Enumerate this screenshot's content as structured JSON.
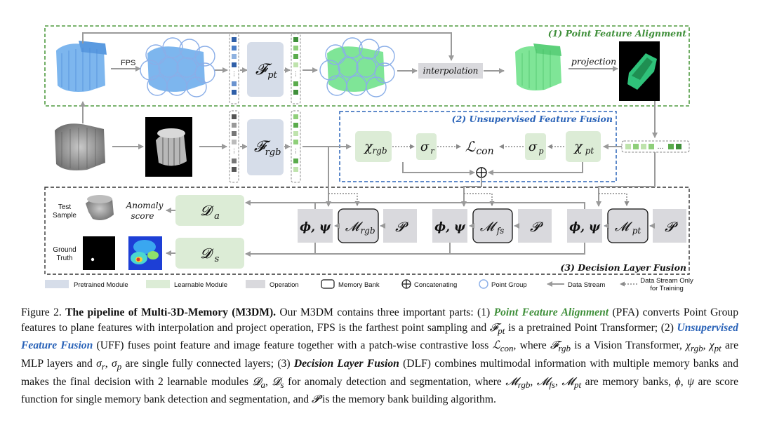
{
  "colors": {
    "pretrained": "#d6dde9",
    "learnable": "#dcecd6",
    "operation": "#d9d9dd",
    "pfa_border": "#4e9a3f",
    "uff_border": "#2a63b8",
    "dlf_border": "#333333",
    "blue_points": "#6aa9ea",
    "green_points": "#6fe08a"
  },
  "icons": {
    "blue_cloud": "blue-point-cloud-icon",
    "green_cloud": "green-point-cloud-icon",
    "projection_image": "projection-image-icon",
    "gray_cloud": "gray-point-cloud-icon",
    "rgb_image": "rgb-image-icon",
    "anomaly_map": "anomaly-heatmap-icon",
    "ground_truth": "ground-truth-mask-icon",
    "test_sample": "test-sample-icon",
    "concat": "concat-circle-plus-icon"
  },
  "figure": {
    "pfa_title": "(1) Point Feature Alignment",
    "uff_title": "(2) Unsupervised Feature Fusion",
    "dlf_title": "(3) Decision Layer Fusion",
    "fps": "FPS",
    "interpolation": "interpolation",
    "projection": "projection",
    "f_pt": "𝓕",
    "f_pt_sub": "pt",
    "f_rgb": "𝓕",
    "f_rgb_sub": "rgb",
    "chi_rgb": "χ",
    "chi_rgb_sub": "rgb",
    "chi_pt": "χ",
    "chi_pt_sub": "pt",
    "sigma_r": "σ",
    "sigma_r_sub": "r",
    "sigma_p": "σ",
    "sigma_p_sub": "p",
    "l_con": "ℒ",
    "l_con_sub": "con",
    "phi_psi": "ϕ, ψ",
    "m_rgb": "𝓜",
    "m_rgb_sub": "rgb",
    "m_fs": "𝓜",
    "m_fs_sub": "fs",
    "m_pt": "𝓜",
    "m_pt_sub": "pt",
    "p": "𝓟",
    "d_a": "𝓓",
    "d_a_sub": "a",
    "d_s": "𝓓",
    "d_s_sub": "s",
    "test_sample_1": "Test",
    "test_sample_2": "Sample",
    "anomaly_1": "Anomaly",
    "anomaly_2": "score",
    "ground_1": "Ground",
    "ground_2": "Truth"
  },
  "legend": {
    "pretrained": "Pretrained Module",
    "learnable": "Learnable Module",
    "operation": "Operation",
    "memory_bank": "Memory Bank",
    "concatenating": "Concatenating",
    "point_group": "Point Group",
    "data_stream": "Data Stream",
    "training_only_1": "Data Stream Only",
    "training_only_2": "for Training"
  },
  "caption": {
    "fig_label": "Figure 2.",
    "title": "The pipeline of Multi-3D-Memory (M3DM).",
    "t1": " Our M3DM contains three important parts: (1) ",
    "pfa": "Point Feature Alignment",
    "t2": " (PFA) converts Point Group features to plane features with interpolation and project operation, FPS is the farthest point sampling and ",
    "fpt": "𝓕",
    "fpt_sub": "pt",
    "t3": " is a pretrained Point Transformer; (2) ",
    "uff": "Unsupervised Feature Fusion",
    "t4": " (UFF) fuses point feature and image feature together with a patch-wise contrastive loss ",
    "lcon": "ℒ",
    "lcon_sub": "con",
    "t5": ", where ",
    "frgb": "𝓕",
    "frgb_sub": "rgb",
    "t6": " is a Vision Transformer, ",
    "chi": "χ",
    "chi_rgb_sub": "rgb",
    "t7": ", ",
    "chi_pt_sub": "pt",
    "t8": " are MLP layers and ",
    "sig": "σ",
    "sig_r_sub": "r",
    "t9": ", ",
    "sig_p_sub": "p",
    "t10": " are single fully connected layers; (3) ",
    "dlf": "Decision Layer Fusion",
    "t11": " (DLF) combines multimodal information with multiple memory banks and makes the final decision with 2 learnable modules ",
    "d": "𝓓",
    "d_a_sub": "a",
    "t12": ", ",
    "d_s_sub": "s",
    "t13": " for anomaly detection and segmentation, where ",
    "mm": "𝓜",
    "m_rgb_sub": "rgb",
    "t14": ", ",
    "m_fs_sub": "fs",
    "t15": ", ",
    "m_pt_sub": "pt",
    "t16": " are memory banks, ",
    "phi": "ϕ",
    "t17": ", ",
    "psi": "ψ",
    "t18": " are score function for single memory bank detection and segmentation, and ",
    "pp": "𝓟",
    "t19": " is the memory bank building algorithm."
  }
}
